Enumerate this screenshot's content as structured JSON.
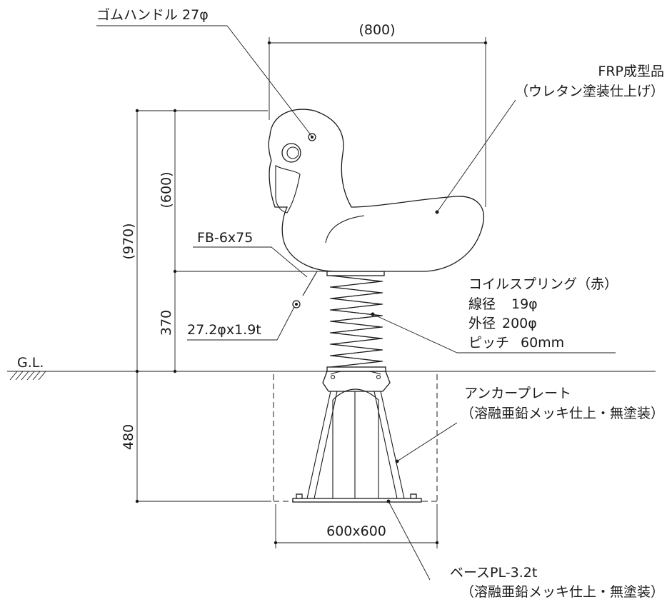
{
  "labels": {
    "rubber_handle": "ゴムハンドル 27φ",
    "width_800": "(800)",
    "frp_line1": "FRP成型品",
    "frp_line2": "（ウレタン塗装仕上げ）",
    "height_970": "(970)",
    "height_600": "(600)",
    "height_370": "370",
    "fb": "FB-6x75",
    "pipe": "27.2φx1.9t",
    "coil_title": "コイルスプリング（赤）",
    "coil_wire_label": "線径",
    "coil_wire_value": "19φ",
    "coil_outer_label": "外径",
    "coil_outer_value": "200φ",
    "coil_pitch_label": "ピッチ",
    "coil_pitch_value": "60mm",
    "gl": "G.L.",
    "anchor_line1": "アンカープレート",
    "anchor_line2": "（溶融亜鉛メッキ仕上・無塗装）",
    "depth_480": "480",
    "base_size": "600x600",
    "base_line1": "ベースPL-3.2t",
    "base_line2": "（溶融亜鉛メッキ仕上・無塗装）"
  }
}
